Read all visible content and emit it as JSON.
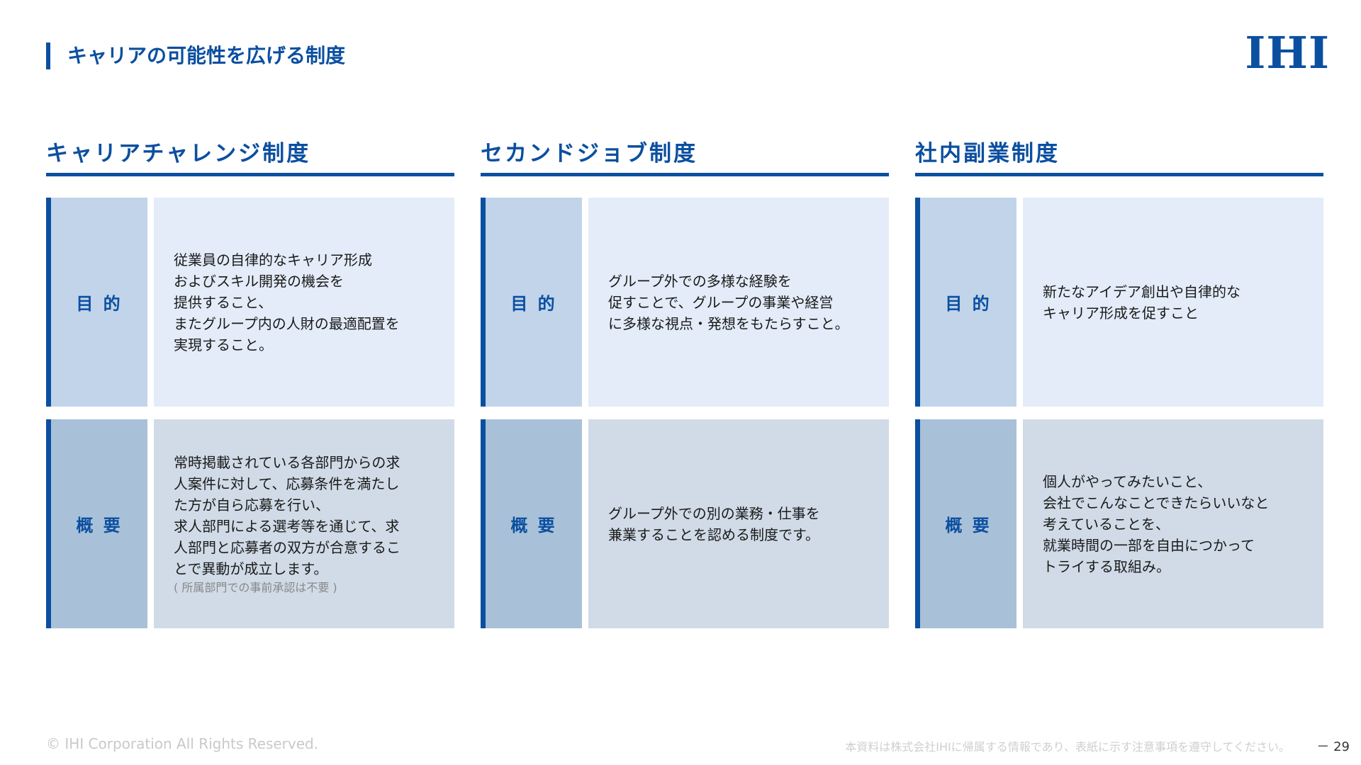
{
  "header": {
    "title": "キャリアの可能性を広げる制度",
    "logo": "IHI"
  },
  "labels": {
    "purpose": "目 的",
    "overview": "概 要"
  },
  "columns": [
    {
      "title": "キャリアチャレンジ制度",
      "purpose": "従業員の自律的なキャリア形成\nおよびスキル開発の機会を\n提供すること、\nまたグループ内の人財の最適配置を\n実現すること。",
      "overview": "常時掲載されている各部門からの求\n人案件に対して、応募条件を満たし\nた方が自ら応募を行い、\n求人部門による選考等を通じて、求\n人部門と応募者の双方が合意するこ\nとで異動が成立します。",
      "overview_note": "( 所属部門での事前承認は不要 )"
    },
    {
      "title": "セカンドジョブ制度",
      "purpose": "グループ外での多様な経験を\n促すことで、グループの事業や経営\nに多様な視点・発想をもたらすこと。",
      "overview": "グループ外での別の業務・仕事を\n兼業することを認める制度です。"
    },
    {
      "title": "社内副業制度",
      "purpose": "新たなアイデア創出や自律的な\nキャリア形成を促すこと",
      "overview": "個人がやってみたいこと、\n会社でこんなことできたらいいなと\n考えていることを、\n就業時間の一部を自由につかって\nトライする取組み。"
    }
  ],
  "footer": {
    "copyright": "© IHI Corporation All Rights Reserved.",
    "notice": "本資料は株式会社IHIに帰属する情報であり、表紙に示す注意事項を遵守してください。",
    "page": "－ 29"
  }
}
